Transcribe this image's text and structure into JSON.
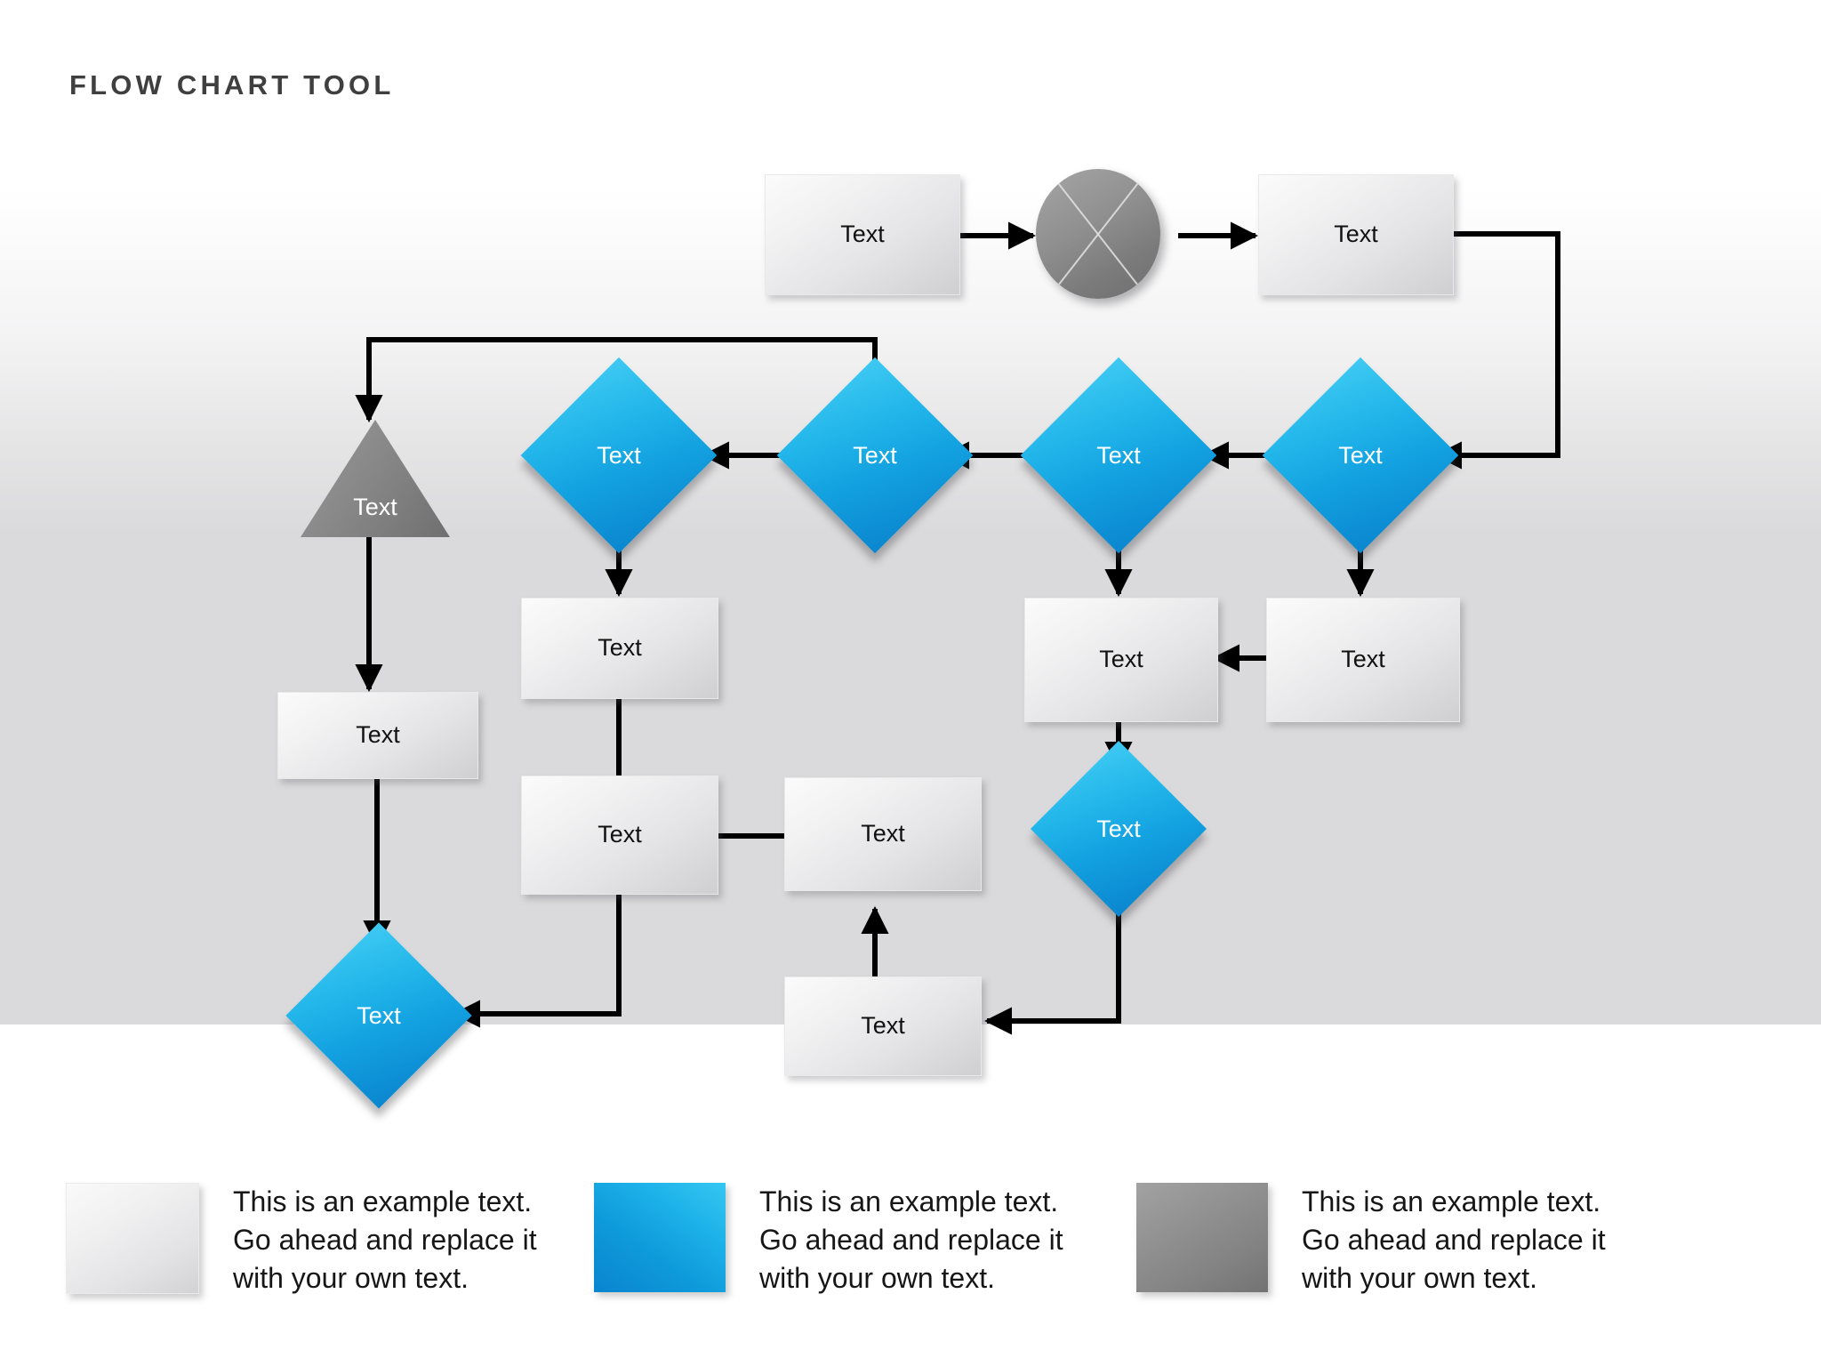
{
  "page": {
    "title": "FLOW  CHART  TOOL",
    "background_bands": [
      "#ffffff",
      "#dadadc",
      "#ffffff"
    ]
  },
  "palette": {
    "accent_blue_light": "#3ec9f2",
    "accent_blue_dark": "#0b86cf",
    "neutral_box_light": "#fbfbfb",
    "neutral_box_dark": "#cfcfd2",
    "dark_gray_light": "#a2a2a2",
    "dark_gray_dark": "#6f6f6f",
    "connector": "#000000",
    "title_color": "#3f3f3f"
  },
  "nodes": {
    "top_box_left": {
      "label": "Text",
      "shape": "rectangle",
      "style": "gray"
    },
    "top_circle": {
      "label": "",
      "shape": "circle-cross",
      "style": "dark-gray"
    },
    "top_box_right": {
      "label": "Text",
      "shape": "rectangle",
      "style": "gray"
    },
    "diamond_1": {
      "label": "Text",
      "shape": "diamond",
      "style": "blue"
    },
    "diamond_2": {
      "label": "Text",
      "shape": "diamond",
      "style": "blue"
    },
    "diamond_3": {
      "label": "Text",
      "shape": "diamond",
      "style": "blue"
    },
    "diamond_4": {
      "label": "Text",
      "shape": "diamond",
      "style": "blue"
    },
    "triangle": {
      "label": "Text",
      "shape": "triangle",
      "style": "dark-gray"
    },
    "box_left_mid": {
      "label": "Text",
      "shape": "rectangle",
      "style": "gray"
    },
    "box_col2_upper": {
      "label": "Text",
      "shape": "rectangle",
      "style": "gray"
    },
    "box_col2_lower": {
      "label": "Text",
      "shape": "rectangle",
      "style": "gray"
    },
    "box_col3_mid": {
      "label": "Text",
      "shape": "rectangle",
      "style": "gray"
    },
    "box_right_upper": {
      "label": "Text",
      "shape": "rectangle",
      "style": "gray"
    },
    "box_right_far": {
      "label": "Text",
      "shape": "rectangle",
      "style": "gray"
    },
    "diamond_5": {
      "label": "Text",
      "shape": "diamond",
      "style": "blue"
    },
    "diamond_6": {
      "label": "Text",
      "shape": "diamond",
      "style": "blue"
    },
    "box_bottom_mid": {
      "label": "Text",
      "shape": "rectangle",
      "style": "gray"
    }
  },
  "legend": {
    "items": [
      {
        "swatch": "gray",
        "line1": "This is an example text.",
        "line2": "Go ahead and replace it",
        "line3": "with your own text."
      },
      {
        "swatch": "blue",
        "line1": "This is an example text.",
        "line2": "Go ahead and replace it",
        "line3": "with your own text."
      },
      {
        "swatch": "dark-gray",
        "line1": "This is an example text.",
        "line2": "Go ahead and replace it",
        "line3": "with your own text."
      }
    ]
  }
}
